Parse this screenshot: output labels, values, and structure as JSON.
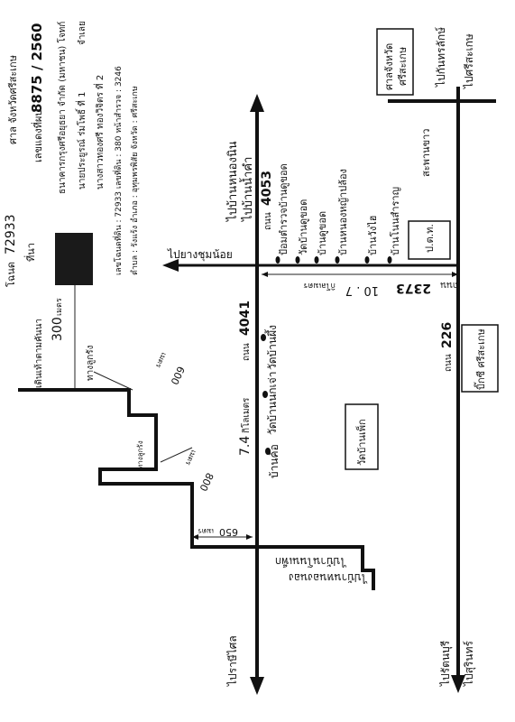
{
  "header": {
    "court": "ศาล จังหวัดศรีสะเกษ",
    "case_prefix": "เลขแดงที่ผบ.",
    "case_no": "8875 / 2560",
    "plaintiff": "ธนาคารกรุงศรีอยุธยา จำกัด (มหาชน) โจทก์",
    "defendant1": "นายประยูรณ์ ร่มโพธิ์ ที่ 1",
    "defendant_suffix": "จำเลย",
    "defendant2": "นางสาวทองศรี ทองวิจิตร ที่ 2",
    "deed": "เลขโฉนดที่ดิน : 72933 เลขที่ดิน : 380 หน้าสำรวจ : 3246",
    "location": "ตำบล : รังแร้ง อำเภอ : อุทุมพรพิสัย จังหวัด : ศรีสะเกษ"
  },
  "parcel": {
    "deed_label": "โฉนด",
    "deed_no": "72933",
    "land_label": "ที่นา",
    "walk_label": "เดินเท้าตามคันนา",
    "walk_dist": "300",
    "walk_unit": "เมตร"
  },
  "roads": {
    "hwy_226": "ถนน 226",
    "hwy_4041": "ถนน 4041",
    "hwy_4053": "ถนน 4053",
    "hwy_2373": "ถนน 2373",
    "to_kantharalak": "ไปกันทรลักษ์",
    "to_sisaket": "ไปศรีสะเกษ",
    "to_ban_nong_nin": "ไปบ้านหนองนิน",
    "to_ban_nam_kham": "ไปบ้านน้ำคำ",
    "to_yang_chum_noi": "ไปยางชุมน้อย",
    "to_rasi_salai": "ไปราษีไศล",
    "to_rattanaburi": "ไปรัตนบุรี",
    "to_surin": "ไปสุรินทร์",
    "to_ban_non_pheek": "ไปบ้านโนนเพ็ก",
    "to_ban_nong_nom": "ไปบ้านหนองนอง",
    "dist_107": "10 . 7",
    "dist_107_unit": "กิโลเมตร",
    "dist_74": "7.4",
    "dist_74_unit": "กิโลเมตร",
    "dist_650": "650",
    "dist_600": "600",
    "dist_800": "800",
    "unit_m": "เมตร",
    "path_label": "ทางลูกรัง",
    "path_label2": "ทางลูกรัง"
  },
  "places": {
    "court_box": "ศาลจังหวัด ศรีสะเกษ",
    "court_box_line1": "ศาลจังหวัด",
    "court_box_line2": "ศรีสะเกษ",
    "bridge": "สะพานขาว",
    "pwd_box": "ป.ต.ท.",
    "bigc_box": "บิ๊กซี ศรีสะเกษ",
    "temple_pheek_box": "วัดบ้านเพ็ก",
    "poi": [
      "ป้อมตำรวจบ้านดูขอด",
      "วัดบ้านดูขอด",
      "บ้านดูขอด",
      "บ้านหนองหญ้าปล้อง",
      "บ้านวังไฮ",
      "บ้านโนนสำราญ"
    ],
    "poi_4041": [
      "วัดบ้านผึ้ง",
      "วัดบ้านนกเจ่า",
      "บ้านค้อ"
    ]
  }
}
